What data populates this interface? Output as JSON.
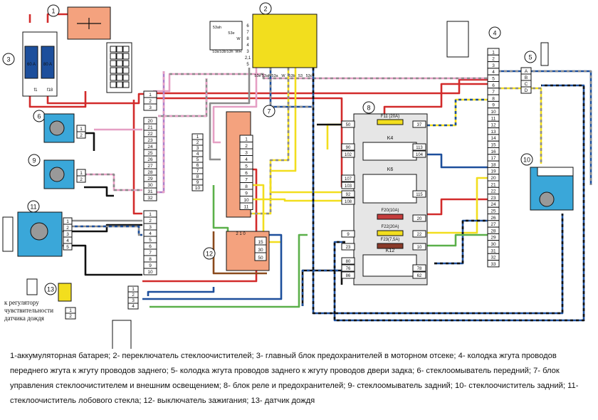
{
  "caption": "1-аккумуляторная батарея; 2- переключатель стеклоочистителей; 3- главный блок предохранителей в моторном отсеке; 4-  колодка жгута проводов переднего жгута к жгуту проводов заднего; 5- колодка жгута проводов заднего к жгуту проводов двери задка; 6- стеклоомыватель передний; 7- блок управления стеклоочистителем и внешним освещением; 8- блок реле и предохранителей; 9- стеклоомыватель задний; 10- стеклоочиститель задний; 11- стеклоочиститель лобового стекла; 12- выключатель зажигания; 13- датчик дождя",
  "note": "к регулятору чувствительности датчика дождя",
  "component_numbers": [
    "1",
    "2",
    "3",
    "4",
    "5",
    "6",
    "7",
    "8",
    "9",
    "10",
    "11",
    "12",
    "13"
  ],
  "fuses": {
    "f11": "F11 (20A)",
    "f20": "F20(10A)",
    "f22": "F22(20A)",
    "f23": "F23(7,5A)"
  },
  "relays": {
    "k4": "K4",
    "k6": "K6",
    "k12": "K12"
  },
  "main_fuse_labels": {
    "left": "60 A",
    "right": "80 A",
    "p1": "f1",
    "p2": "f18"
  },
  "ignition_header": [
    "2",
    "1",
    "0"
  ],
  "switch2_side": [
    "6",
    "7",
    "8",
    "4",
    "3",
    "2,1",
    "5"
  ],
  "switch2_bottom": [
    "53е",
    "53ah",
    "53a",
    "W",
    "53b",
    "53",
    "53c"
  ],
  "switch_inset": [
    "53ah",
    "53е",
    "W",
    "53a",
    "53b",
    "53h",
    "WH"
  ],
  "connector4_pins": [
    "1",
    "2",
    "3",
    "4",
    "5",
    "6",
    "7",
    "8",
    "9",
    "10",
    "11",
    "12",
    "13",
    "14",
    "15",
    "16",
    "17",
    "18",
    "19",
    "20",
    "21",
    "22",
    "23",
    "24",
    "25",
    "26",
    "27",
    "28",
    "29",
    "30",
    "31",
    "32",
    "33"
  ],
  "connector5_pins": [
    "A",
    "B",
    "C",
    "D"
  ],
  "block8_pins": [
    "50",
    "37",
    "90",
    "102",
    "113",
    "104",
    "107",
    "103",
    "92",
    "108",
    "115",
    "20",
    "9",
    "22",
    "23",
    "10",
    "80",
    "76",
    "86",
    "78",
    "62"
  ],
  "colors": {
    "red": "#d22b2b",
    "blue": "#1d4f9c",
    "yellow": "#f2de1e",
    "green": "#5bb04a",
    "brown": "#8a4a1c",
    "pink": "#e59fc4",
    "grey": "#8c8c8c",
    "black": "#111111",
    "orange": "#f4a27e",
    "lilac": "#b07ec8"
  }
}
